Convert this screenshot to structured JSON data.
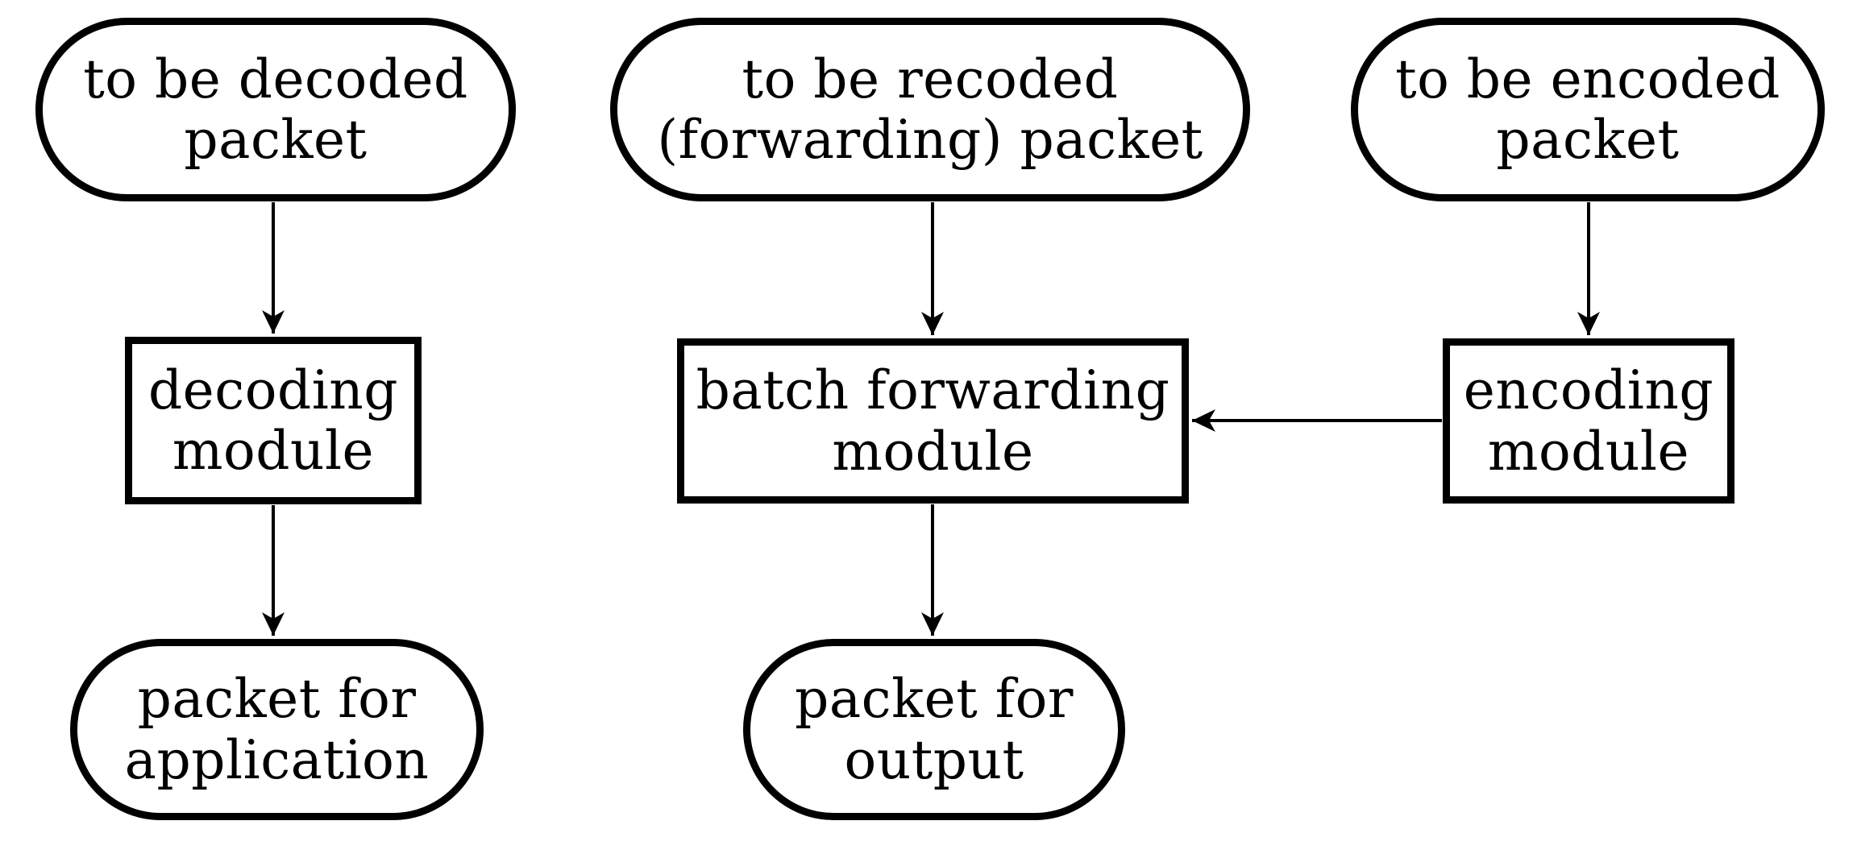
{
  "diagram": {
    "background_color": "#ffffff",
    "line_color": "#000000",
    "text_color": "#000000",
    "nodes": [
      {
        "id": "to-be-decoded-packet",
        "shape": "stadium",
        "label": "to be decoded\npacket"
      },
      {
        "id": "decoding-module",
        "shape": "rect",
        "label": "decoding\nmodule"
      },
      {
        "id": "packet-for-application",
        "shape": "stadium",
        "label": "packet for\napplication"
      },
      {
        "id": "to-be-recoded-packet",
        "shape": "stadium",
        "label": "to be recoded\n(forwarding) packet"
      },
      {
        "id": "batch-forwarding-module",
        "shape": "rect",
        "label": "batch forwarding\nmodule"
      },
      {
        "id": "packet-for-output",
        "shape": "stadium",
        "label": "packet for\noutput"
      },
      {
        "id": "to-be-encoded-packet",
        "shape": "stadium",
        "label": "to be encoded\npacket"
      },
      {
        "id": "encoding-module",
        "shape": "rect",
        "label": "encoding\nmodule"
      }
    ],
    "edges": [
      {
        "from": "to-be-decoded-packet",
        "to": "decoding-module"
      },
      {
        "from": "decoding-module",
        "to": "packet-for-application"
      },
      {
        "from": "to-be-recoded-packet",
        "to": "batch-forwarding-module"
      },
      {
        "from": "batch-forwarding-module",
        "to": "packet-for-output"
      },
      {
        "from": "to-be-encoded-packet",
        "to": "encoding-module"
      },
      {
        "from": "encoding-module",
        "to": "batch-forwarding-module"
      }
    ]
  }
}
